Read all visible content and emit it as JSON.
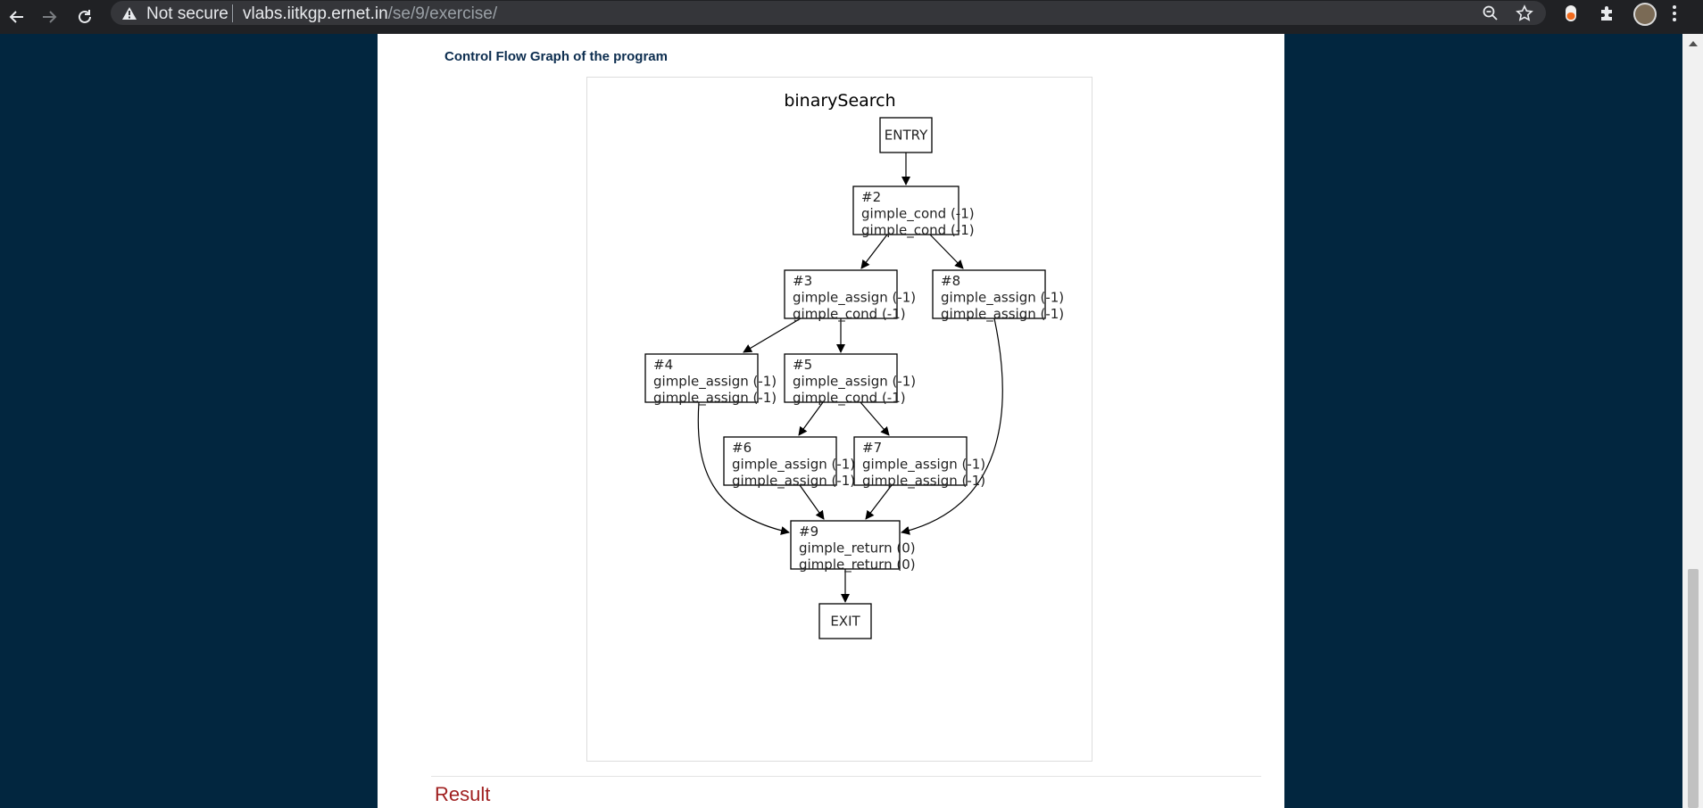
{
  "browser": {
    "security_label": "Not secure",
    "url_host": "vlabs.iitkgp.ernet.in",
    "url_path": "/se/9/exercise/"
  },
  "page": {
    "section_title": "Control Flow Graph of the program",
    "result_heading": "Result"
  },
  "graph": {
    "title": "binarySearch",
    "nodes": [
      {
        "id": "entry",
        "lines": [
          "ENTRY"
        ]
      },
      {
        "id": "n2",
        "lines": [
          "#2",
          "gimple_cond (-1)",
          "gimple_cond (-1)"
        ]
      },
      {
        "id": "n3",
        "lines": [
          "#3",
          "gimple_assign (-1)",
          "gimple_cond (-1)"
        ]
      },
      {
        "id": "n8",
        "lines": [
          "#8",
          "gimple_assign (-1)",
          "gimple_assign (-1)"
        ]
      },
      {
        "id": "n4",
        "lines": [
          "#4",
          "gimple_assign (-1)",
          "gimple_assign (-1)"
        ]
      },
      {
        "id": "n5",
        "lines": [
          "#5",
          "gimple_assign (-1)",
          "gimple_cond (-1)"
        ]
      },
      {
        "id": "n6",
        "lines": [
          "#6",
          "gimple_assign (-1)",
          "gimple_assign (-1)"
        ]
      },
      {
        "id": "n7",
        "lines": [
          "#7",
          "gimple_assign (-1)",
          "gimple_assign (-1)"
        ]
      },
      {
        "id": "n9",
        "lines": [
          "#9",
          "gimple_return (0)",
          "gimple_return (0)"
        ]
      },
      {
        "id": "exit",
        "lines": [
          "EXIT"
        ]
      }
    ],
    "edges": [
      [
        "entry",
        "n2"
      ],
      [
        "n2",
        "n3"
      ],
      [
        "n2",
        "n8"
      ],
      [
        "n3",
        "n4"
      ],
      [
        "n3",
        "n5"
      ],
      [
        "n5",
        "n6"
      ],
      [
        "n5",
        "n7"
      ],
      [
        "n4",
        "n9"
      ],
      [
        "n6",
        "n9"
      ],
      [
        "n7",
        "n9"
      ],
      [
        "n8",
        "n9"
      ],
      [
        "n9",
        "exit"
      ]
    ]
  },
  "icons": [
    "back-arrow-icon",
    "forward-arrow-icon",
    "reload-icon",
    "warning-icon",
    "zoom-icon",
    "star-icon",
    "extension-orange-icon",
    "puzzle-icon",
    "avatar",
    "menu-dots-icon"
  ]
}
